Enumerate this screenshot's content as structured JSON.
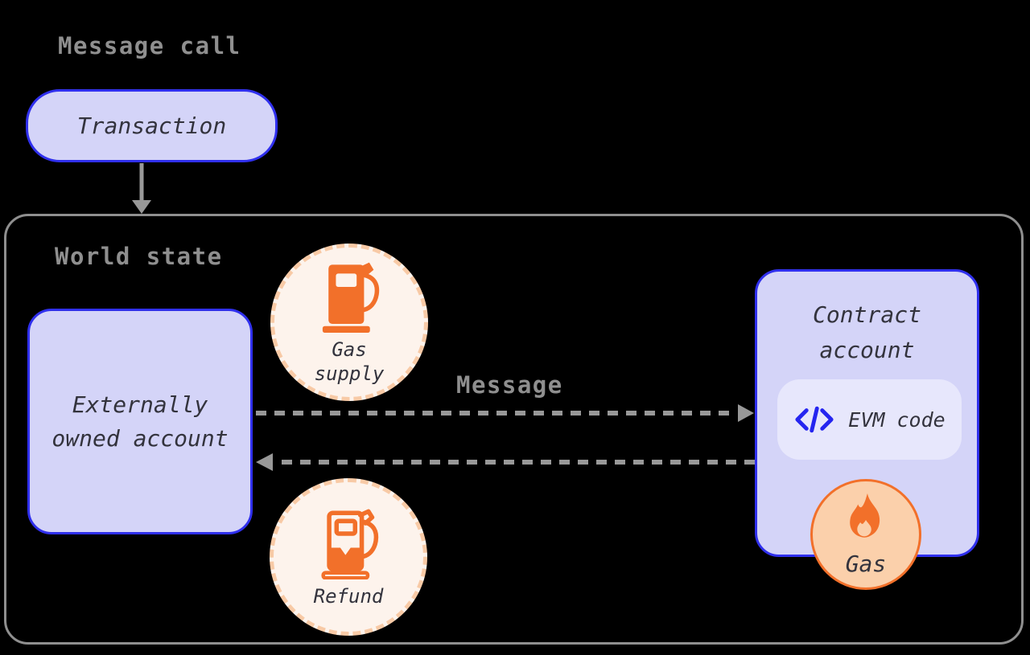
{
  "title": "Message call",
  "world_state": {
    "label": "World state"
  },
  "arrows": {
    "message_label": "Message",
    "transaction_to_world": "down-arrow",
    "eoa_to_contract": "dashed-right-arrow",
    "contract_to_eoa": "dashed-left-arrow"
  },
  "nodes": {
    "transaction": {
      "label": "Transaction"
    },
    "eoa": {
      "line1": "Externally",
      "line2": "owned account"
    },
    "gas_supply": {
      "line1": "Gas",
      "line2": "supply",
      "icon": "gas-pump-icon"
    },
    "contract": {
      "line1": "Contract",
      "line2": "account"
    },
    "evm_code": {
      "label": "EVM code",
      "icon": "code-icon"
    },
    "gas": {
      "label": "Gas",
      "icon": "flame-icon"
    },
    "refund": {
      "label": "Refund",
      "icon": "gas-pump-refund-icon"
    }
  },
  "colors": {
    "bg": "#000000",
    "lavender": "#d4d4f8",
    "lavender-light": "#e7e7fc",
    "blue": "#3030ee",
    "code-blue": "#2525f0",
    "ink": "#33333d",
    "gray": "#8f8f8f",
    "arrow-gray": "#989898",
    "cream": "#fdf3ec",
    "peach-dash": "#f8caa6",
    "orange": "#f2702a",
    "gas-fill": "#fbd0ab"
  }
}
